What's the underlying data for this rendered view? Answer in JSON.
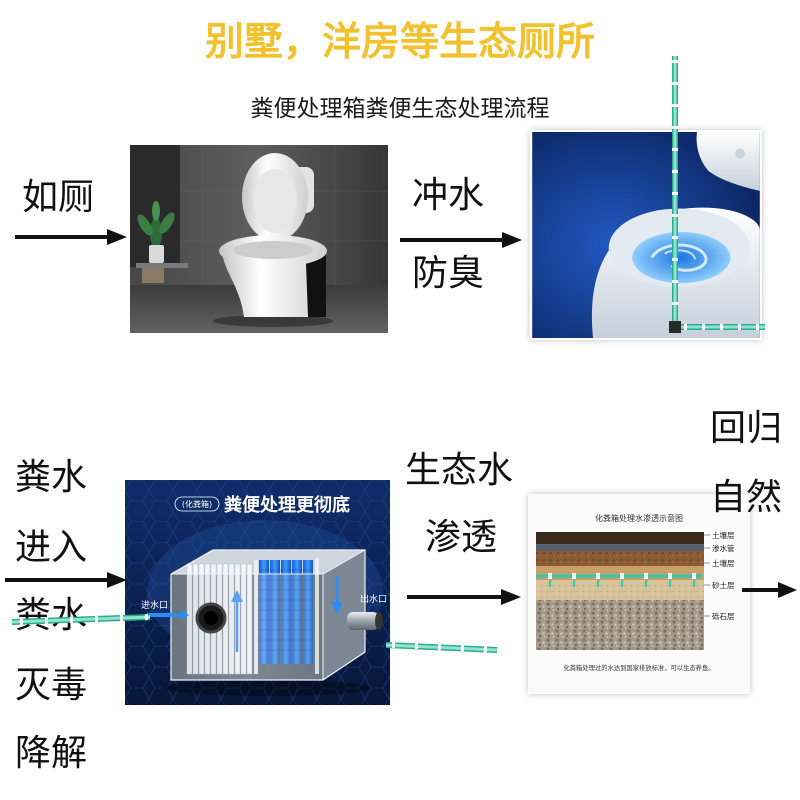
{
  "header": {
    "title": "别墅，洋房等生态厕所",
    "subtitle": "粪便处理箱粪便生态处理流程"
  },
  "flow": {
    "use": "如厕",
    "flush": [
      "冲水",
      "防臭"
    ],
    "treat": [
      "粪水",
      "进入",
      "粪水",
      "灭毒",
      "降解"
    ],
    "seep": [
      "生态水",
      "渗透"
    ],
    "return": [
      "回归",
      "自然"
    ]
  },
  "tank": {
    "badge": "(化粪箱)",
    "title": "粪便处理更彻底",
    "inlet_label": "进水口",
    "outlet_label": "出水口"
  },
  "seepage": {
    "title": "化粪箱处理水渗透示意图",
    "layers": [
      "土壤层",
      "渗水管",
      "土壤层",
      "砂土层",
      "砾石层"
    ],
    "caption": "化粪箱处理过的水达到国家排放标准，可以生态养鱼。"
  },
  "colors": {
    "title": "#f2c12e",
    "pipe": "#3ec3a5",
    "filter": "#2b86e8"
  },
  "icons": {
    "flow_arrow": "arrow-right-icon"
  }
}
